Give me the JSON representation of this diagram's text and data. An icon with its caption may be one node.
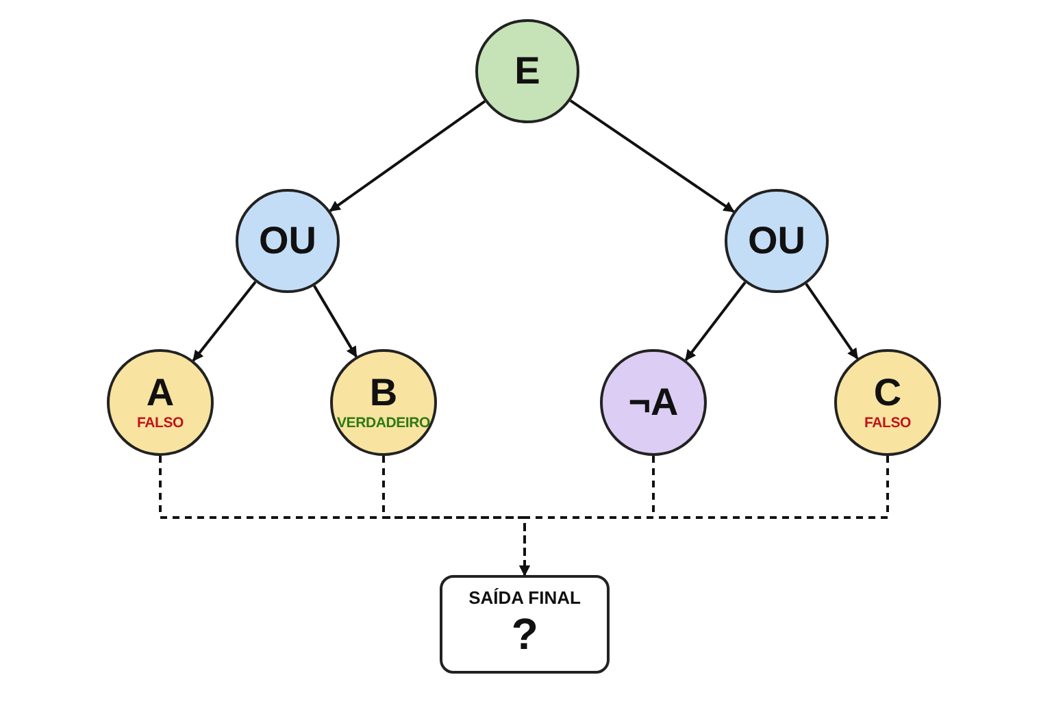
{
  "diagram": {
    "nodes": [
      {
        "text": [
          "E"
        ]
      },
      {
        "text": [
          "OU"
        ]
      },
      {
        "text": [
          "OU"
        ]
      },
      {
        "text": [
          "A",
          "FALSO"
        ]
      },
      {
        "text": [
          "B",
          "VERDADEIRO"
        ]
      },
      {
        "text": [
          "¬A"
        ]
      },
      {
        "text": [
          "C",
          "FALSO"
        ]
      },
      {
        "text": [
          "SAÍDA FINAL",
          "?"
        ]
      }
    ],
    "edges": [
      {
        "from": 0,
        "to": 1,
        "arrow": "to"
      },
      {
        "from": 0,
        "to": 2,
        "arrow": "to"
      },
      {
        "from": 1,
        "to": 3,
        "arrow": "to"
      },
      {
        "from": 1,
        "to": 4,
        "arrow": "to"
      },
      {
        "from": 2,
        "to": 5,
        "arrow": "to"
      },
      {
        "from": 2,
        "to": 6,
        "arrow": "to"
      },
      {
        "from": 3,
        "to": 7,
        "arrow": "to",
        "style": "dashed"
      },
      {
        "from": 4,
        "to": 7,
        "arrow": "to",
        "style": "dashed"
      },
      {
        "from": 5,
        "to": 7,
        "arrow": "to",
        "style": "dashed"
      },
      {
        "from": 6,
        "to": 7,
        "arrow": "to",
        "style": "dashed"
      }
    ]
  }
}
